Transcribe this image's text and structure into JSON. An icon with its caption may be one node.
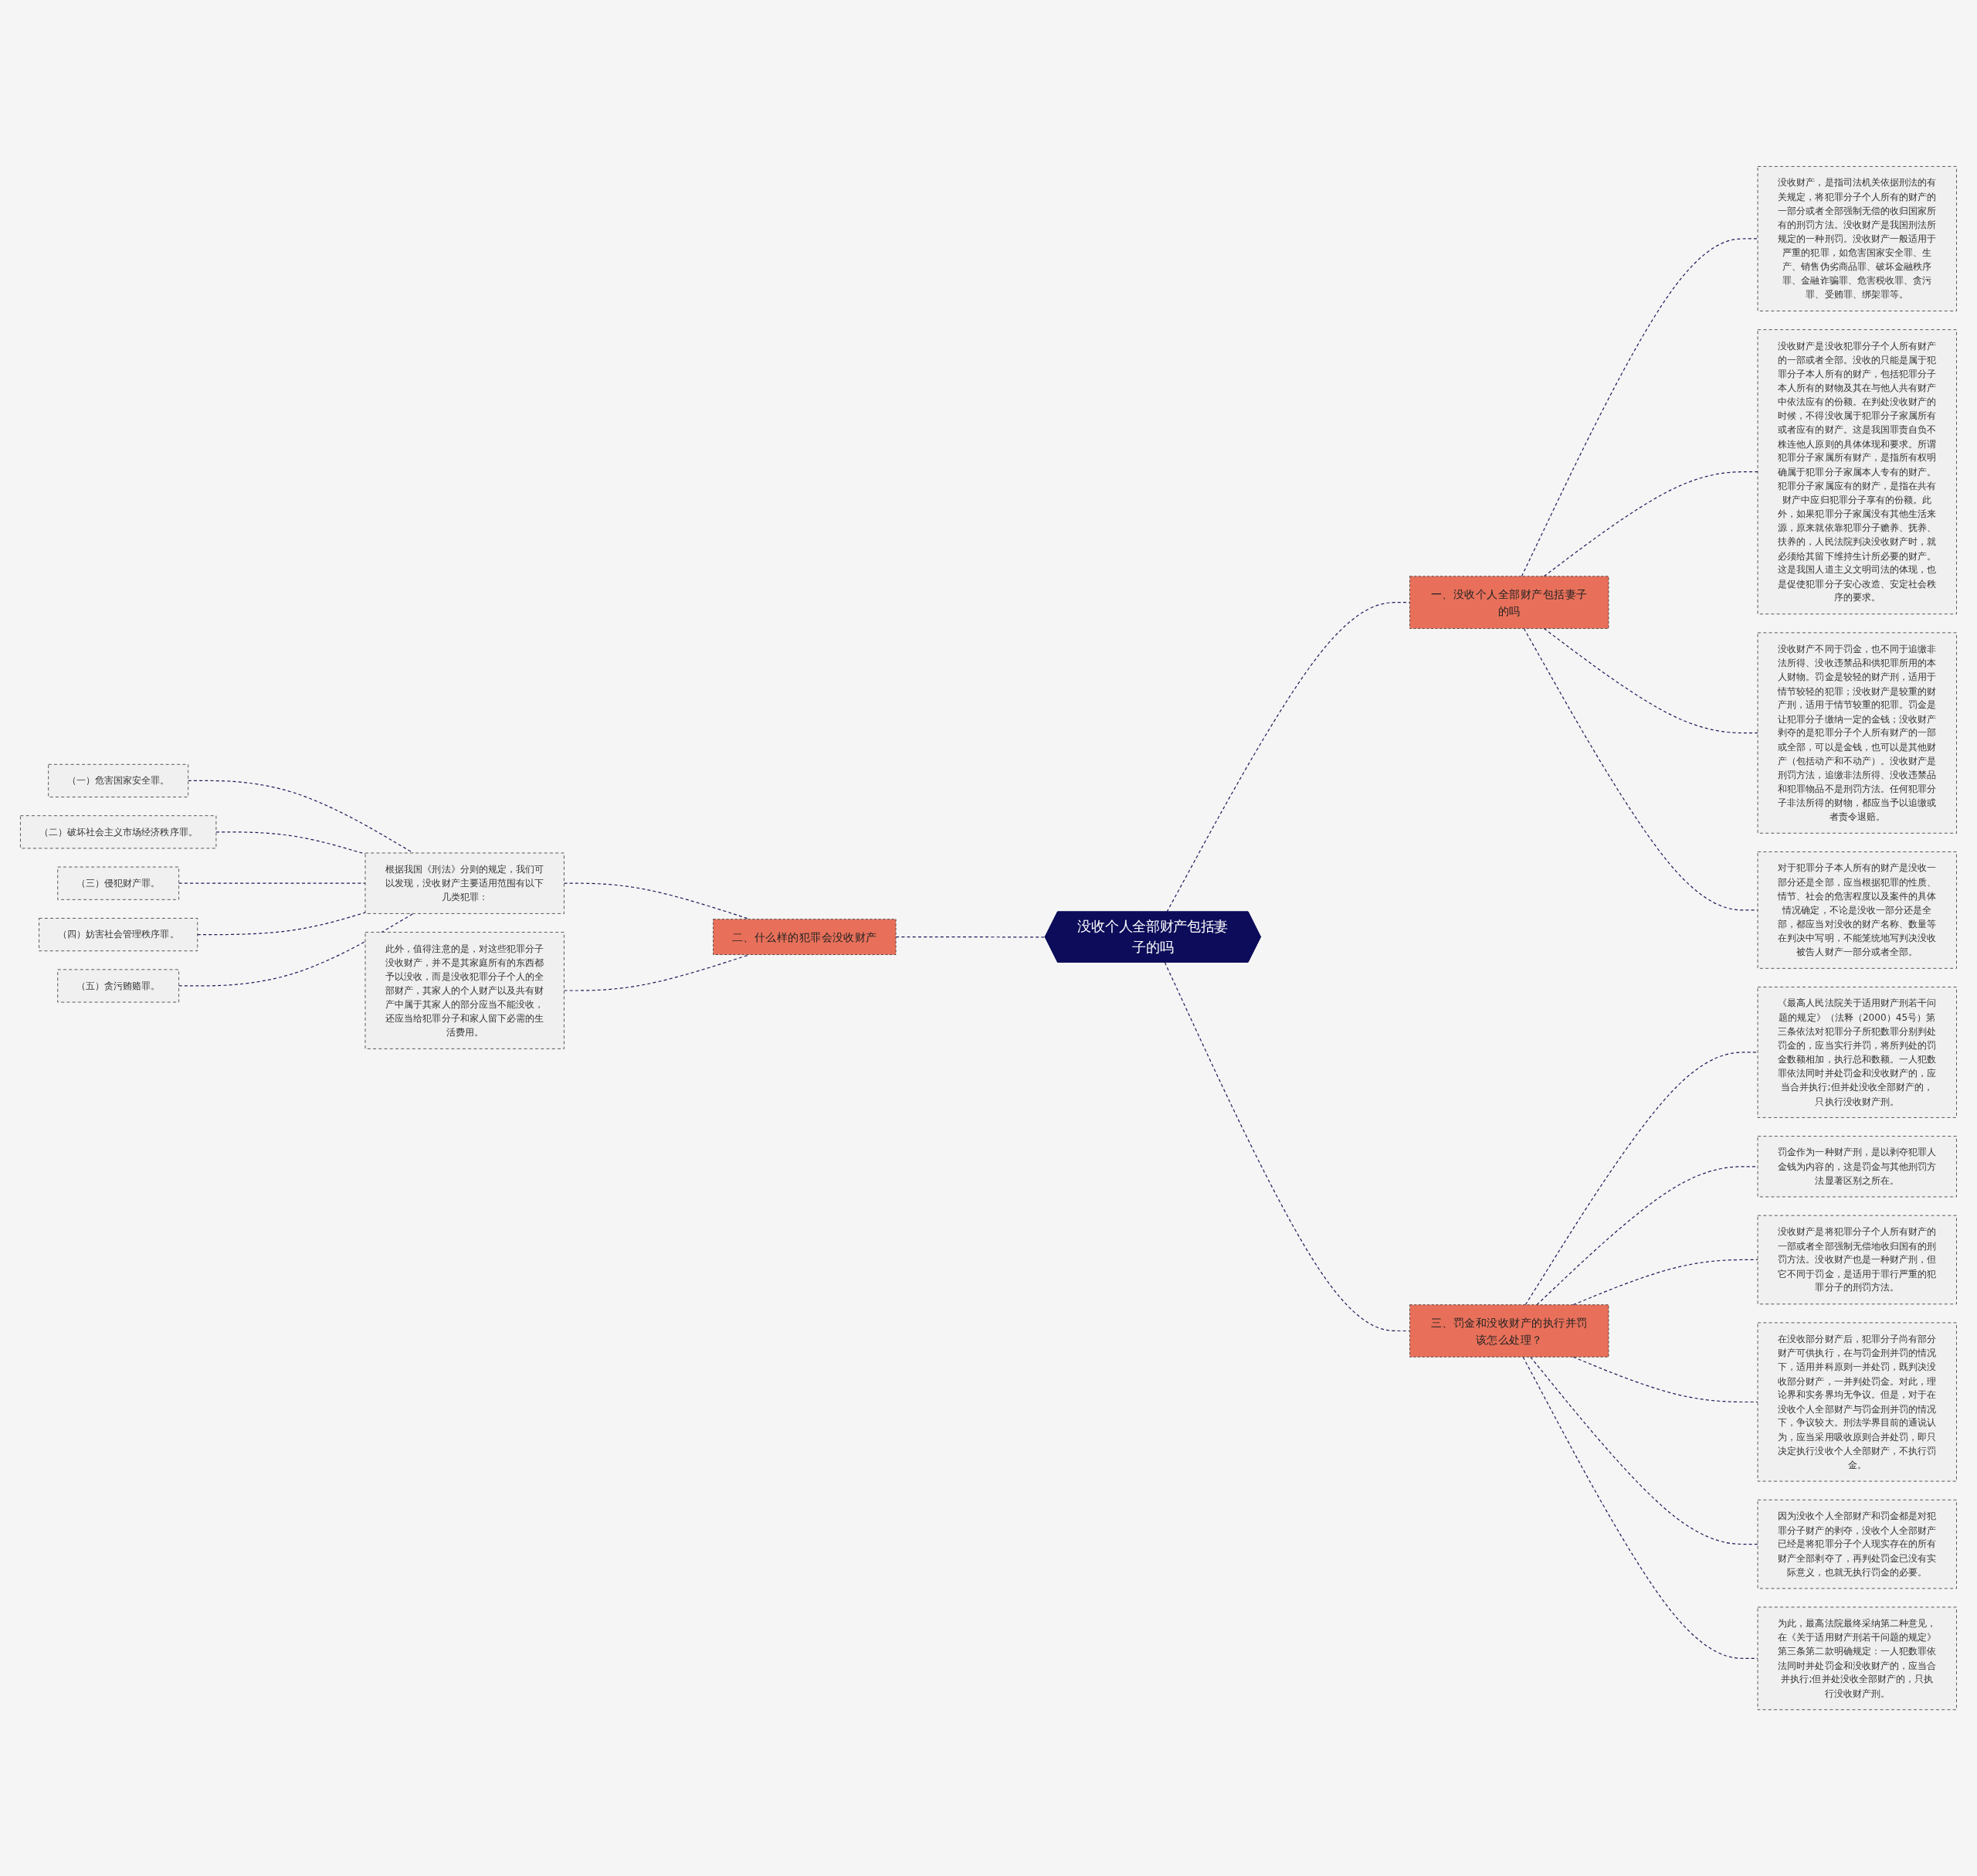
{
  "diagram": {
    "nodes": [
      {
        "text": [
          "没收个人全部财产包括妻子的吗"
        ]
      },
      {
        "text": [
          "一、没收个人全部财产包括妻子的吗"
        ]
      },
      {
        "text": [
          "没收财产，是指司法机关依据刑法的有关规定，将犯罪分子个人所有的财产的一部分或者全部强制无偿的收归国家所有的刑罚方法。没收财产是我国刑法所规定的一种刑罚。没收财产一般适用于严重的犯罪，如危害国家安全罪、生产、销售伪劣商品罪、破坏金融秩序罪、金融诈骗罪、危害税收罪、贪污罪、受贿罪、绑架罪等。"
        ]
      },
      {
        "text": [
          "没收财产是没收犯罪分子个人所有财产的一部或者全部。没收的只能是属于犯罪分子本人所有的财产，包括犯罪分子本人所有的财物及其在与他人共有财产中依法应有的份额。在判处没收财产的时候，不得没收属于犯罪分子家属所有或者应有的财产。这是我国罪责自负不株连他人原则的具体体现和要求。所谓犯罪分子家属所有财产，是指所有权明确属于犯罪分子家属本人专有的财产。犯罪分子家属应有的财产，是指在共有财产中应归犯罪分子享有的份额。此外，如果犯罪分子家属没有其他生活来源，原来就依靠犯罪分子赡养、抚养、扶养的，人民法院判决没收财产时，就必须给其留下维持生计所必要的财产。这是我国人道主义文明司法的体现，也是促使犯罪分子安心改造、安定社会秩序的要求。"
        ]
      },
      {
        "text": [
          "没收财产不同于罚金，也不同于追缴非法所得、没收违禁品和供犯罪所用的本人财物。罚金是较轻的财产刑，适用于情节较轻的犯罪；没收财产是较重的财产刑，适用于情节较重的犯罪。罚金是让犯罪分子缴纳一定的金钱；没收财产剥夺的是犯罪分子个人所有财产的一部或全部，可以是金钱，也可以是其他财产（包括动产和不动产）。没收财产是刑罚方法，追缴非法所得、没收违禁品和犯罪物品不是刑罚方法。任何犯罪分子非法所得的财物，都应当予以追缴或者责令退赔。"
        ]
      },
      {
        "text": [
          "对于犯罪分子本人所有的财产是没收一部分还是全部，应当根据犯罪的性质、情节、社会的危害程度以及案件的具体情况确定，不论是没收一部分还是全部，都应当对没收的财产名称、数量等在判决中写明，不能笼统地写判决没收被告人财产一部分或者全部。"
        ]
      },
      {
        "text": [
          "二、什么样的犯罪会没收财产"
        ]
      },
      {
        "text": [
          "根据我国《刑法》分则的规定，我们可以发现，没收财产主要适用范围有以下几类犯罪："
        ]
      },
      {
        "text": [
          "（一）危害国家安全罪。"
        ]
      },
      {
        "text": [
          "（二）破坏社会主义市场经济秩序罪。"
        ]
      },
      {
        "text": [
          "（三）侵犯财产罪。"
        ]
      },
      {
        "text": [
          "（四）妨害社会管理秩序罪。"
        ]
      },
      {
        "text": [
          "（五）贪污贿赂罪。"
        ]
      },
      {
        "text": [
          "此外，值得注意的是，对这些犯罪分子没收财产，并不是其家庭所有的东西都予以没收，而是没收犯罪分子个人的全部财产，其家人的个人财产以及共有财产中属于其家人的部分应当不能没收，还应当给犯罪分子和家人留下必需的生活费用。"
        ]
      },
      {
        "text": [
          "三、罚金和没收财产的执行并罚该怎么处理？"
        ]
      },
      {
        "text": [
          "《最高人民法院关于适用财产刑若干问题的规定》（法释（2000）45号）第三条依法对犯罪分子所犯数罪分别判处罚金的，应当实行并罚，将所判处的罚金数额相加，执行总和数额。一人犯数罪依法同时并处罚金和没收财产的，应当合并执行;但并处没收全部财产的，只执行没收财产刑。"
        ]
      },
      {
        "text": [
          "罚金作为一种财产刑，是以剥夺犯罪人金钱为内容的，这是罚金与其他刑罚方法显著区别之所在。"
        ]
      },
      {
        "text": [
          "没收财产是将犯罪分子个人所有财产的一部或者全部强制无偿地收归国有的刑罚方法。没收财产也是一种财产刑，但它不同于罚金，是适用于罪行严重的犯罪分子的刑罚方法。"
        ]
      },
      {
        "text": [
          "在没收部分财产后，犯罪分子尚有部分财产可供执行，在与罚金刑并罚的情况下，适用并科原则一并处罚，既判决没收部分财产，一并判处罚金。对此，理论界和实务界均无争议。但是，对于在没收个人全部财产与罚金刑并罚的情况下，争议较大。刑法学界目前的通说认为，应当采用吸收原则合并处罚，即只决定执行没收个人全部财产，不执行罚金。"
        ]
      },
      {
        "text": [
          "因为没收个人全部财产和罚金都是对犯罪分子财产的剥夺，没收个人全部财产已经是将犯罪分子个人现实存在的所有财产全部剥夺了，再判处罚金已没有实际意义，也就无执行罚金的必要。"
        ]
      },
      {
        "text": [
          "为此，最高法院最终采纳第二种意见，在《关于适用财产刑若干问题的规定》第三条第二款明确规定：一人犯数罪依法同时并处罚金和没收财产的，应当合并执行;但并处没收全部财产的，只执行没收财产刑。"
        ]
      }
    ],
    "edges": [
      {
        "from": 0,
        "to": 1,
        "arrow": "none"
      },
      {
        "from": 1,
        "to": 2,
        "arrow": "none"
      },
      {
        "from": 1,
        "to": 3,
        "arrow": "none"
      },
      {
        "from": 1,
        "to": 4,
        "arrow": "none"
      },
      {
        "from": 1,
        "to": 5,
        "arrow": "none"
      },
      {
        "from": 6,
        "to": 0,
        "arrow": "none"
      },
      {
        "from": 7,
        "to": 6,
        "arrow": "none"
      },
      {
        "from": 8,
        "to": 7,
        "arrow": "none"
      },
      {
        "from": 9,
        "to": 7,
        "arrow": "none"
      },
      {
        "from": 10,
        "to": 7,
        "arrow": "none"
      },
      {
        "from": 11,
        "to": 7,
        "arrow": "none"
      },
      {
        "from": 12,
        "to": 7,
        "arrow": "none"
      },
      {
        "from": 13,
        "to": 6,
        "arrow": "none"
      },
      {
        "from": 0,
        "to": 14,
        "arrow": "none"
      },
      {
        "from": 14,
        "to": 15,
        "arrow": "none"
      },
      {
        "from": 14,
        "to": 16,
        "arrow": "none"
      },
      {
        "from": 14,
        "to": 17,
        "arrow": "none"
      },
      {
        "from": 14,
        "to": 18,
        "arrow": "none"
      },
      {
        "from": 14,
        "to": 19,
        "arrow": "none"
      },
      {
        "from": 14,
        "to": 20,
        "arrow": "none"
      }
    ]
  }
}
